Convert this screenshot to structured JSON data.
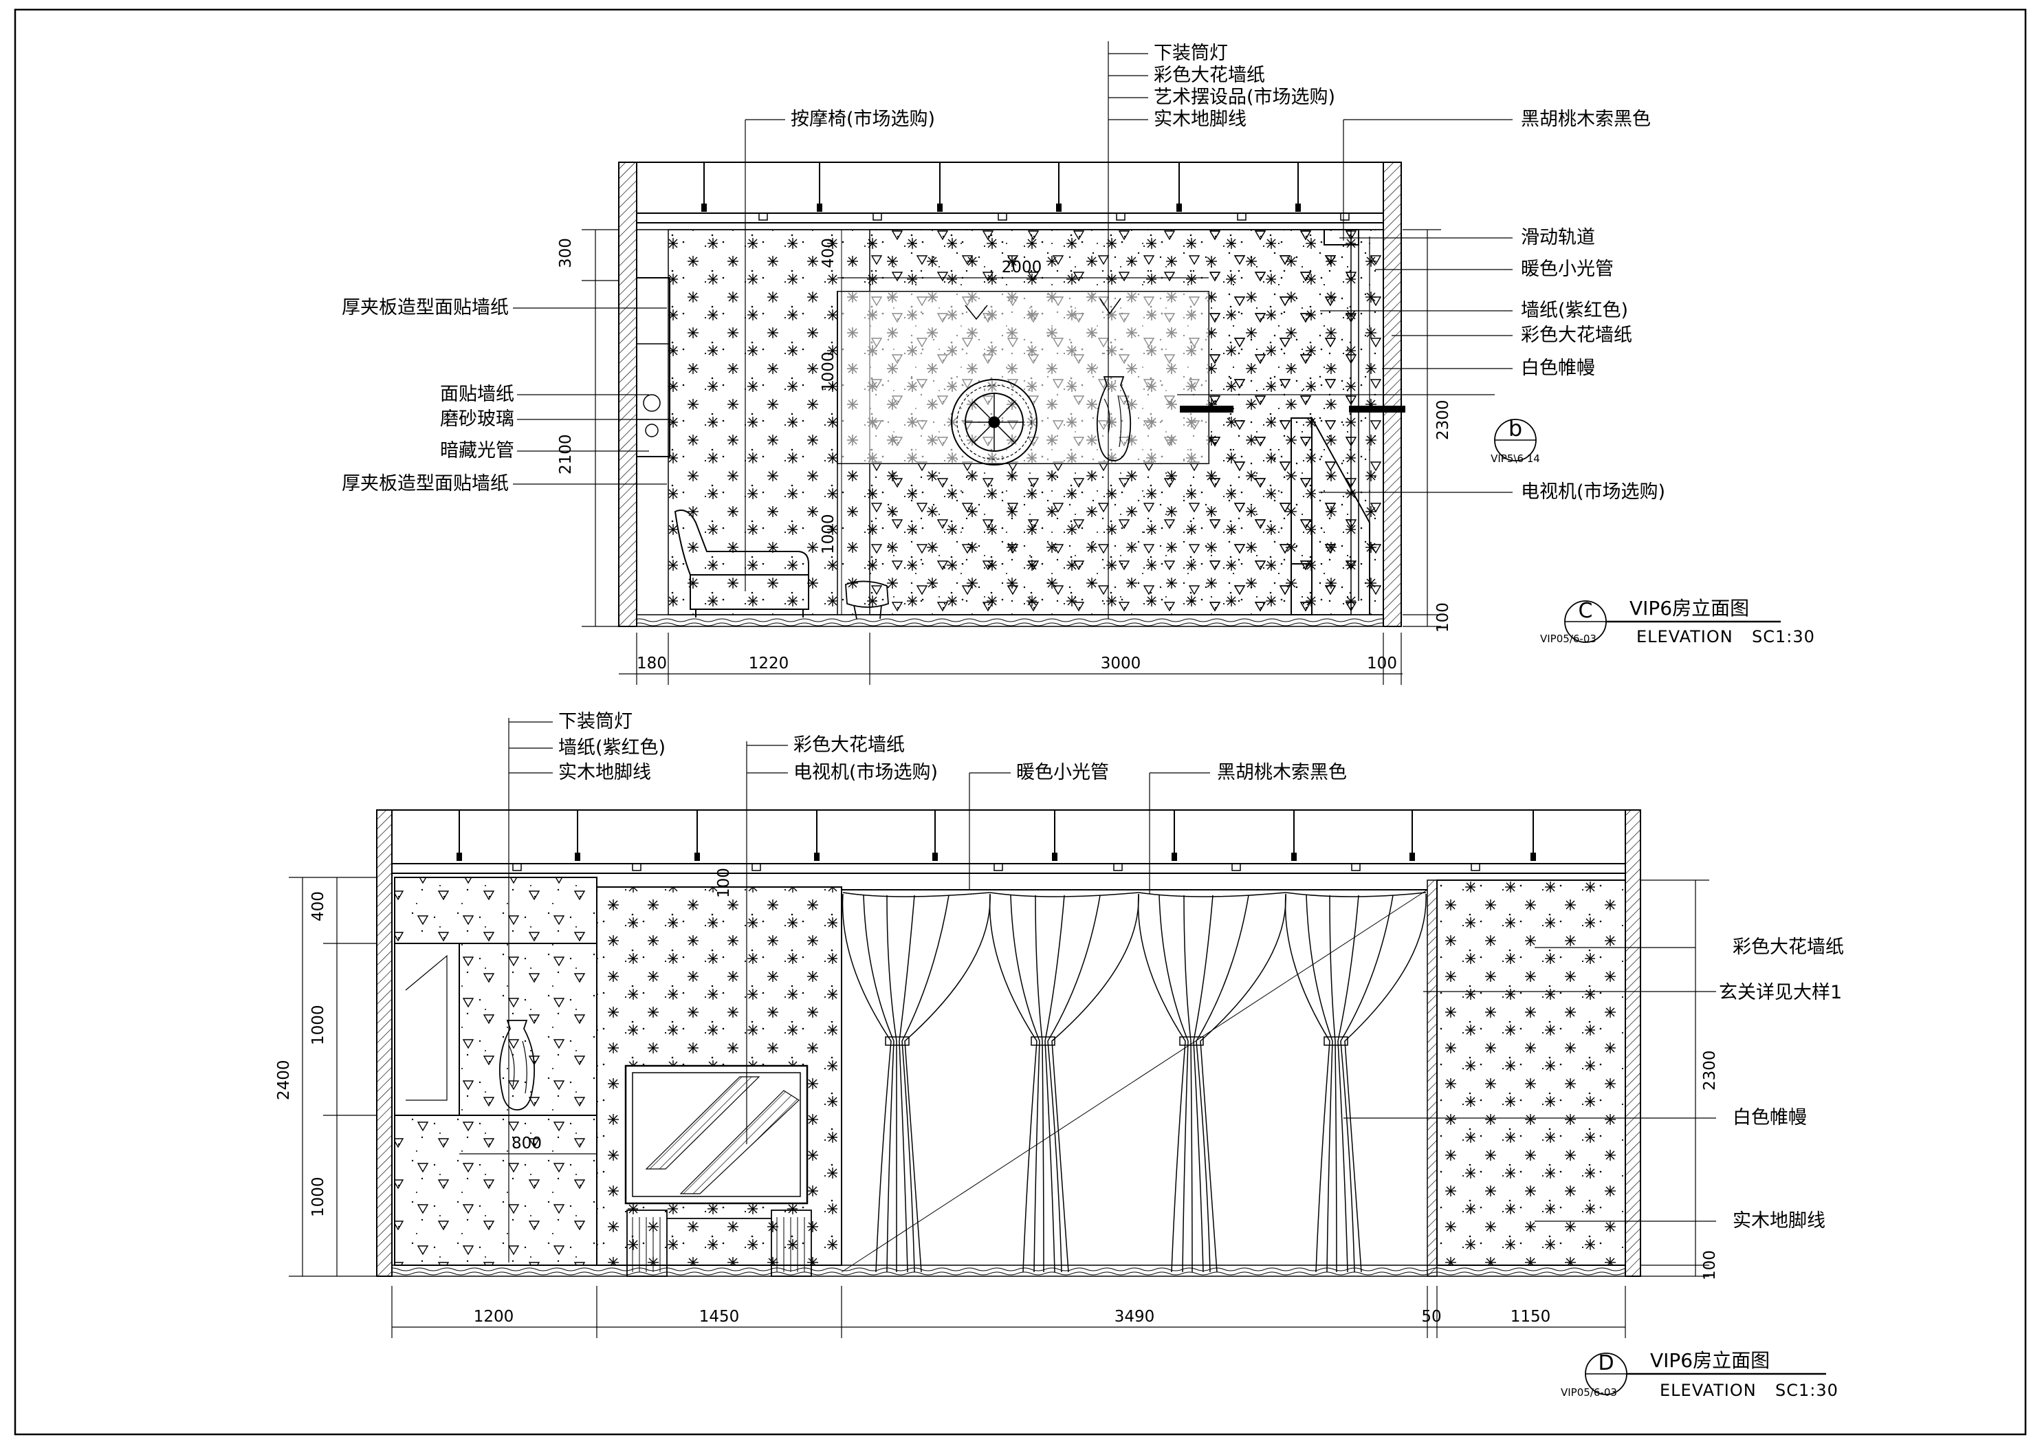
{
  "views": {
    "c": {
      "callouts_top": [
        "下装筒灯",
        "彩色大花墙纸",
        "艺术摆设品(市场选购)",
        "实木地脚线"
      ],
      "callout_massage": "按摩椅(市场选购)",
      "callout_walnut": "黑胡桃木索黑色",
      "left_labels": [
        "厚夹板造型面贴墙纸",
        "面贴墙纸",
        "磨砂玻璃",
        "暗藏光管",
        "厚夹板造型面贴墙纸"
      ],
      "right_labels": [
        "滑动轨道",
        "暖色小光管",
        "墙纸(紫红色)",
        "彩色大花墙纸",
        "白色帷幔",
        "电视机(市场选购)"
      ],
      "dims_bottom": [
        "180",
        "1220",
        "3000",
        "100"
      ],
      "dims_left": [
        "300",
        "2100"
      ],
      "dims_right": [
        "2300",
        "100"
      ],
      "dims_inner": [
        "400",
        "2000",
        "1000",
        "1000"
      ],
      "marker_b": {
        "letter": "b",
        "ref": "VIP5\\6 14"
      },
      "title": {
        "letter": "C",
        "name": "VIP6房立面图",
        "ref": "VIP05/6-03",
        "elev": "ELEVATION",
        "scale": "SC1:30"
      }
    },
    "d": {
      "callouts_left": [
        "下装筒灯",
        "墙纸(紫红色)",
        "实木地脚线"
      ],
      "callouts_mid": [
        "彩色大花墙纸",
        "电视机(市场选购)"
      ],
      "callout_tube": "暖色小光管",
      "callout_walnut": "黑胡桃木索黑色",
      "right_labels": [
        "彩色大花墙纸",
        "玄关详见大样1",
        "白色帷幔",
        "实木地脚线"
      ],
      "dims_bottom": [
        "1200",
        "1450",
        "3490",
        "50",
        "1150"
      ],
      "dims_left": [
        "400",
        "1000",
        "1000",
        "2400"
      ],
      "dims_right": [
        "2300",
        "100"
      ],
      "dims_inner": [
        "100",
        "800"
      ],
      "title": {
        "letter": "D",
        "name": "VIP6房立面图",
        "ref": "VIP05/6-03",
        "elev": "ELEVATION",
        "scale": "SC1:30"
      }
    }
  }
}
